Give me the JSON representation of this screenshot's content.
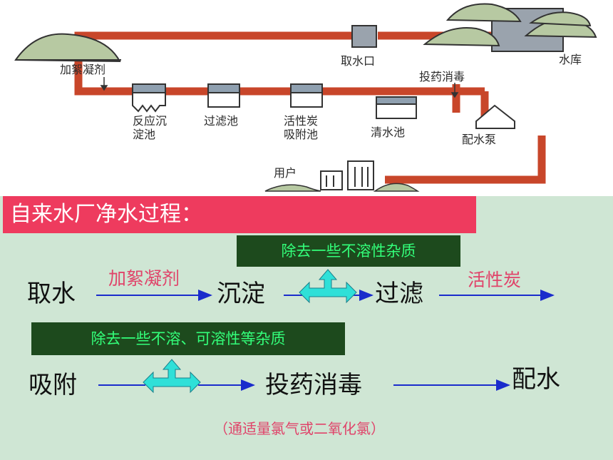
{
  "plant": {
    "labels": {
      "coagulant": "加絮凝剂",
      "intake": "取水口",
      "reservoir": "水库",
      "disinfection": "投药消毒",
      "sedimentation": "反应沉\n淀池",
      "filter_tank": "过滤池",
      "carbon_tank": "活性炭\n吸附池",
      "clear_water_tank": "清水池",
      "pump": "配水泵",
      "users": "用户"
    },
    "colors": {
      "pipe": "#c8462a",
      "hill": "#b7c9a2",
      "building": "#9aa3ad"
    }
  },
  "panel": {
    "title": "自来水厂净水过程：",
    "note_insoluble": "除去一些不溶性杂质",
    "note_soluble": "除去一些不溶、可溶性等杂质",
    "steps": {
      "take_water": "取水",
      "settle": "沉淀",
      "filter": "过滤",
      "adsorb": "吸附",
      "disinfect": "投药消毒",
      "distribute": "配水"
    },
    "arrow_labels": {
      "coagulant": "加絮凝剂",
      "carbon": "活性炭"
    },
    "chlorine_note": "（通适量氯气或二氧化氯）",
    "colors": {
      "banner": "#ee3b5e",
      "panel_bg": "#cfe6d4",
      "note_bg": "#1d4a1d",
      "note_text": "#33ff7a",
      "arrow": "#1a2ccc",
      "pink_text": "#e0446a",
      "cross_arrow": "#2fe0d8"
    }
  }
}
